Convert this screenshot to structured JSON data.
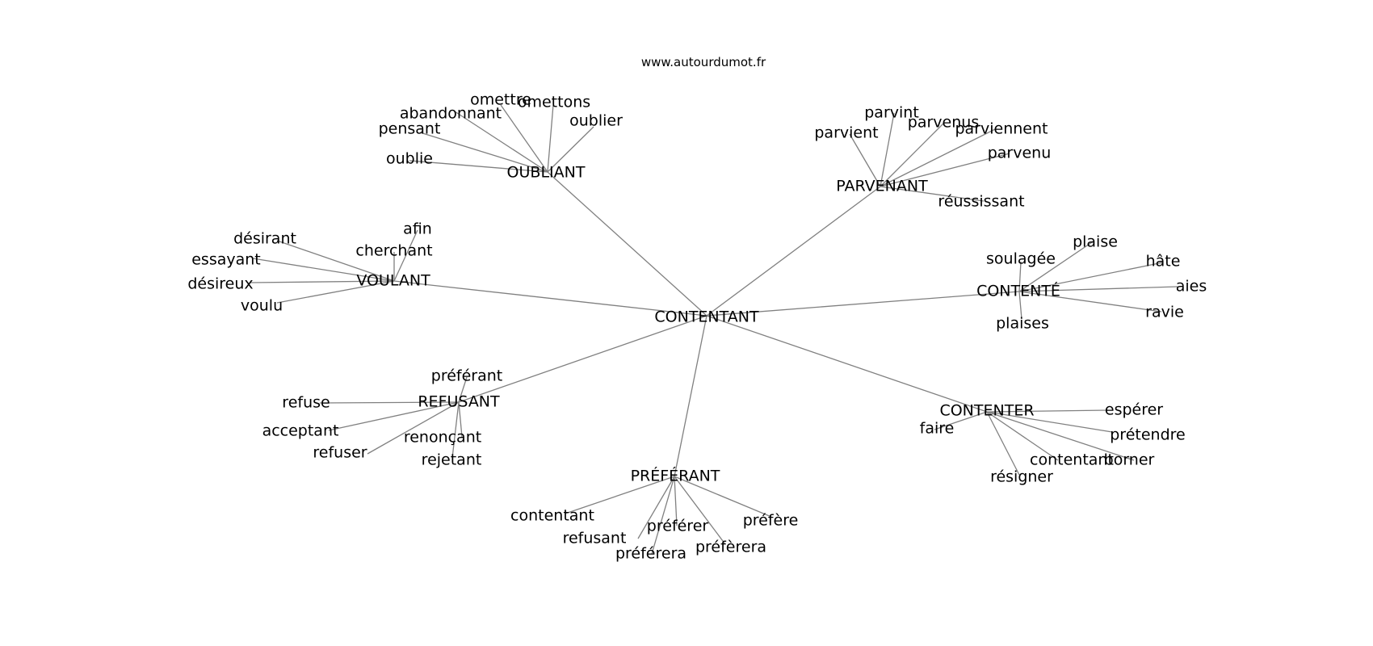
{
  "site": "www.autourdumot.fr",
  "graph": {
    "center": "CONTENTANT",
    "clusters": [
      {
        "hub": "OUBLIANT",
        "leaves": [
          "omettre",
          "omettons",
          "abandonnant",
          "oublier",
          "pensant",
          "oublie"
        ]
      },
      {
        "hub": "PARVENANT",
        "leaves": [
          "parvint",
          "parvenus",
          "parvient",
          "parviennent",
          "parvenu",
          "réussissant"
        ]
      },
      {
        "hub": "VOULANT",
        "leaves": [
          "afin",
          "désirant",
          "cherchant",
          "essayant",
          "désireux",
          "voulu"
        ]
      },
      {
        "hub": "CONTENTÉ",
        "leaves": [
          "plaise",
          "soulagée",
          "hâte",
          "aies",
          "ravie",
          "plaises"
        ]
      },
      {
        "hub": "REFUSANT",
        "leaves": [
          "préférant",
          "refuse",
          "acceptant",
          "renonçant",
          "refuser",
          "rejetant"
        ]
      },
      {
        "hub": "CONTENTER",
        "leaves": [
          "espérer",
          "faire",
          "prétendre",
          "contentant",
          "borner",
          "résigner"
        ]
      },
      {
        "hub": "PRÉFÉRANT",
        "leaves": [
          "contentant",
          "préfère",
          "refusant",
          "préférer",
          "préfèrera",
          "préférera"
        ]
      }
    ]
  }
}
